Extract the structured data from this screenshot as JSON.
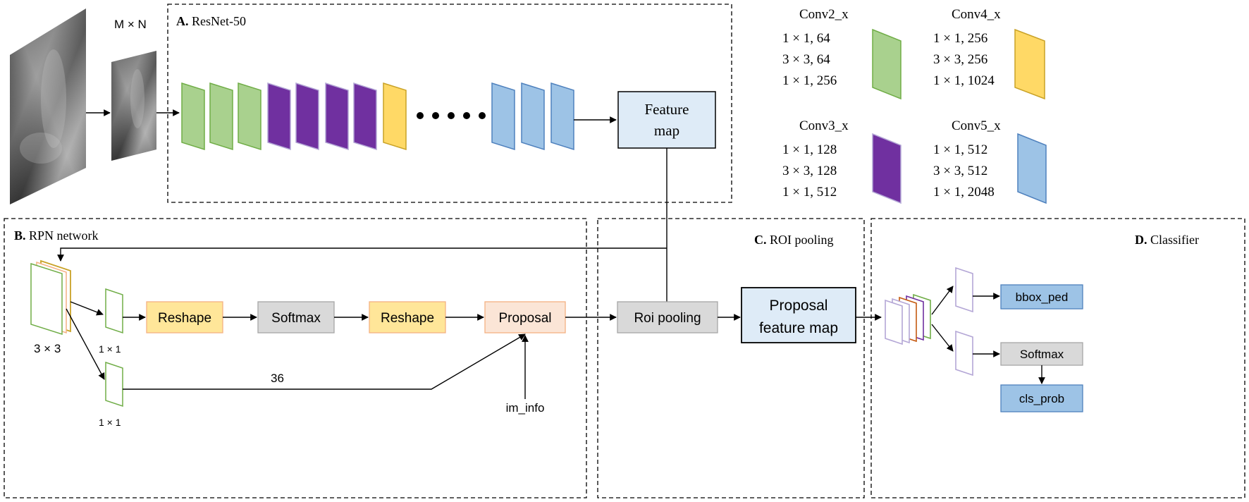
{
  "input": {
    "size_label": "M × N"
  },
  "panels": {
    "resnet": {
      "letter": "A.",
      "name": "ResNet-50"
    },
    "rpn": {
      "letter": "B.",
      "name": "RPN network"
    },
    "roi": {
      "letter": "C.",
      "name": "ROI pooling"
    },
    "classifier": {
      "letter": "D.",
      "name": "Classifier"
    }
  },
  "feature_map": {
    "line1": "Feature",
    "line2": "map"
  },
  "rpn": {
    "kernel_3x3": "3 × 3",
    "kernel_top": "1 × 1",
    "kernel_bottom": "1 × 1",
    "reshape_1": "Reshape",
    "softmax": "Softmax",
    "reshape_2": "Reshape",
    "proposal": "Proposal",
    "channels_label": "36",
    "im_info": "im_info"
  },
  "roi": {
    "roi_pooling": "Roi pooling",
    "proposal_feature_map_line1": "Proposal",
    "proposal_feature_map_line2": "feature map"
  },
  "classifier": {
    "bbox": "bbox_ped",
    "softmax": "Softmax",
    "cls_prob": "cls_prob"
  },
  "legend": [
    {
      "name": "Conv2_x",
      "rows": [
        "1 × 1, 64",
        "3 × 3, 64",
        "1 × 1, 256"
      ],
      "color": "#a9d18e"
    },
    {
      "name": "Conv4_x",
      "rows": [
        "1 × 1, 256",
        "3 × 3, 256",
        "1 × 1, 1024"
      ],
      "color": "#ffd966"
    },
    {
      "name": "Conv3_x",
      "rows": [
        "1 × 1, 128",
        "3 × 3, 128",
        "1 × 1, 512"
      ],
      "color": "#7030a0"
    },
    {
      "name": "Conv5_x",
      "rows": [
        "1 × 1, 512",
        "3 × 3, 512",
        "1 × 1, 2048"
      ],
      "color": "#9dc3e6"
    }
  ],
  "colors": {
    "conv2": "#a9d18e",
    "conv3": "#7030a0",
    "conv4": "#ffd966",
    "conv5": "#9dc3e6",
    "feature_box": "#deebf7",
    "reshape": "#ffe699",
    "softmax": "#d9d9d9",
    "proposal": "#fbe5d6"
  }
}
